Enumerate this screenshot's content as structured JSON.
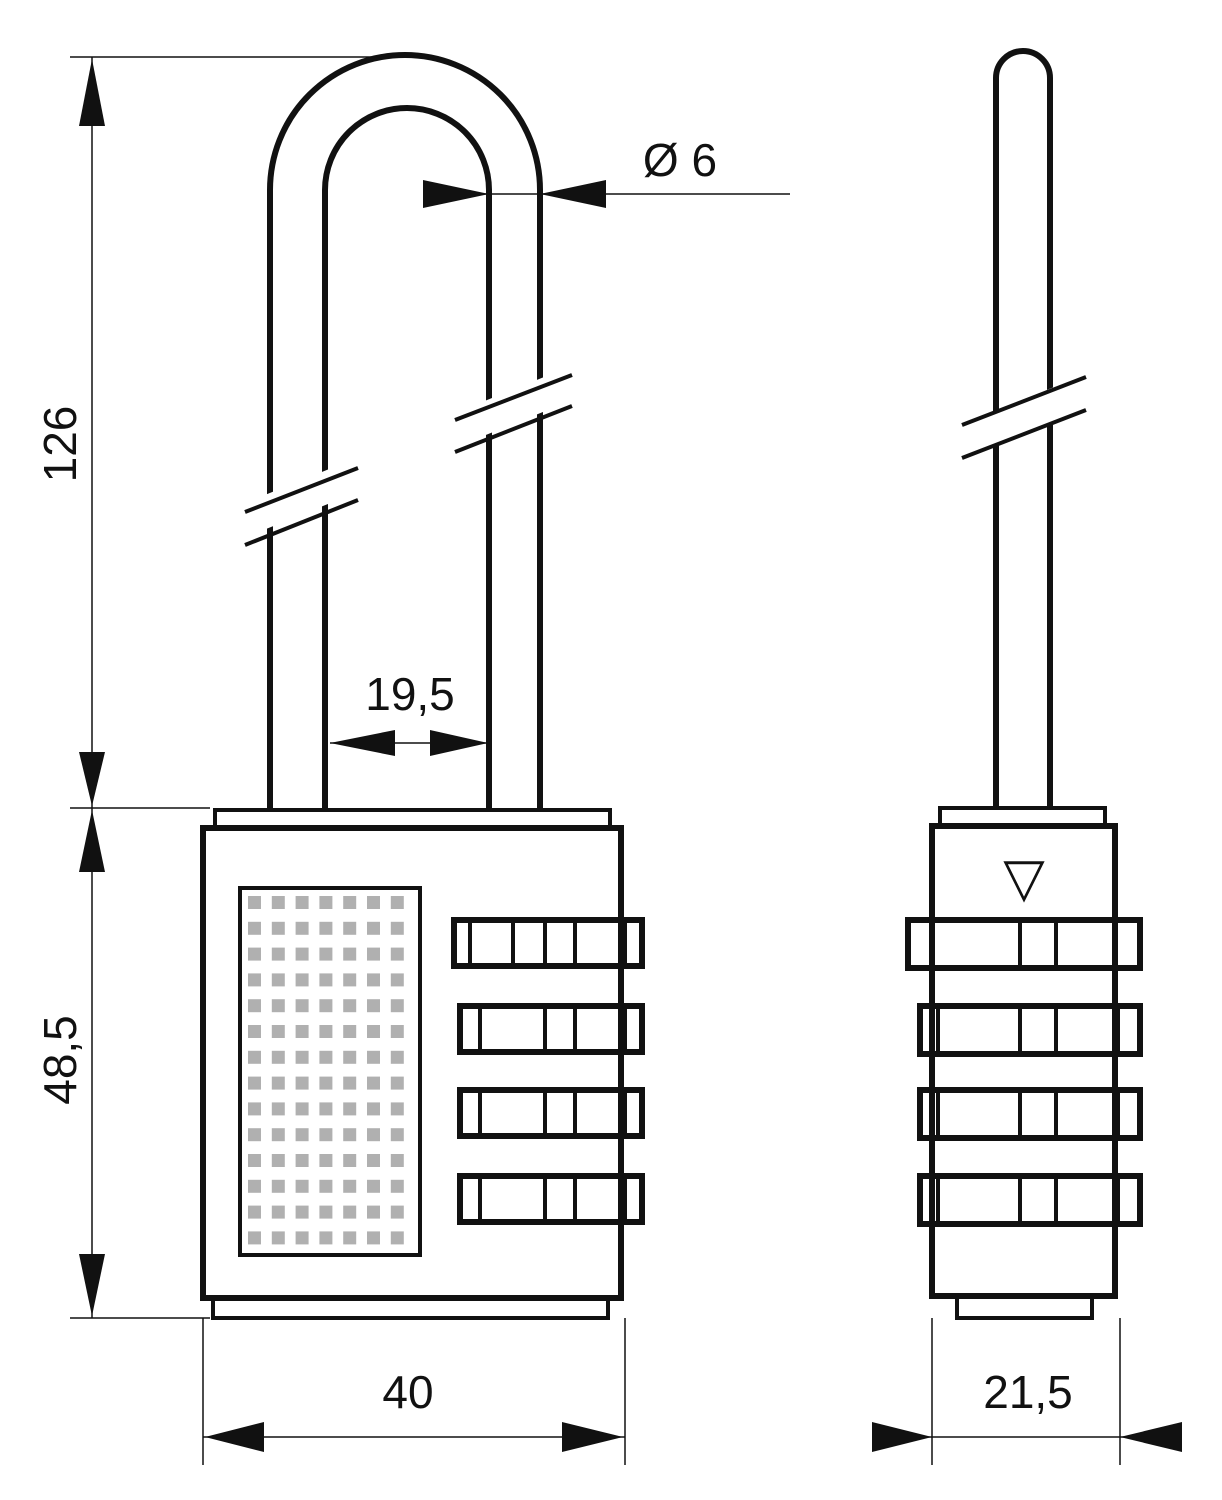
{
  "dimensions": {
    "shackle_length": "126",
    "body_height": "48,5",
    "shackle_inner_width": "19,5",
    "shackle_diameter": "Ø 6",
    "body_width": "40",
    "body_depth": "21,5"
  },
  "side_view": {
    "indicator_symbol": "▽"
  },
  "colors": {
    "line": "#111111",
    "background": "#ffffff",
    "grid_square": "#b0b0b0"
  }
}
